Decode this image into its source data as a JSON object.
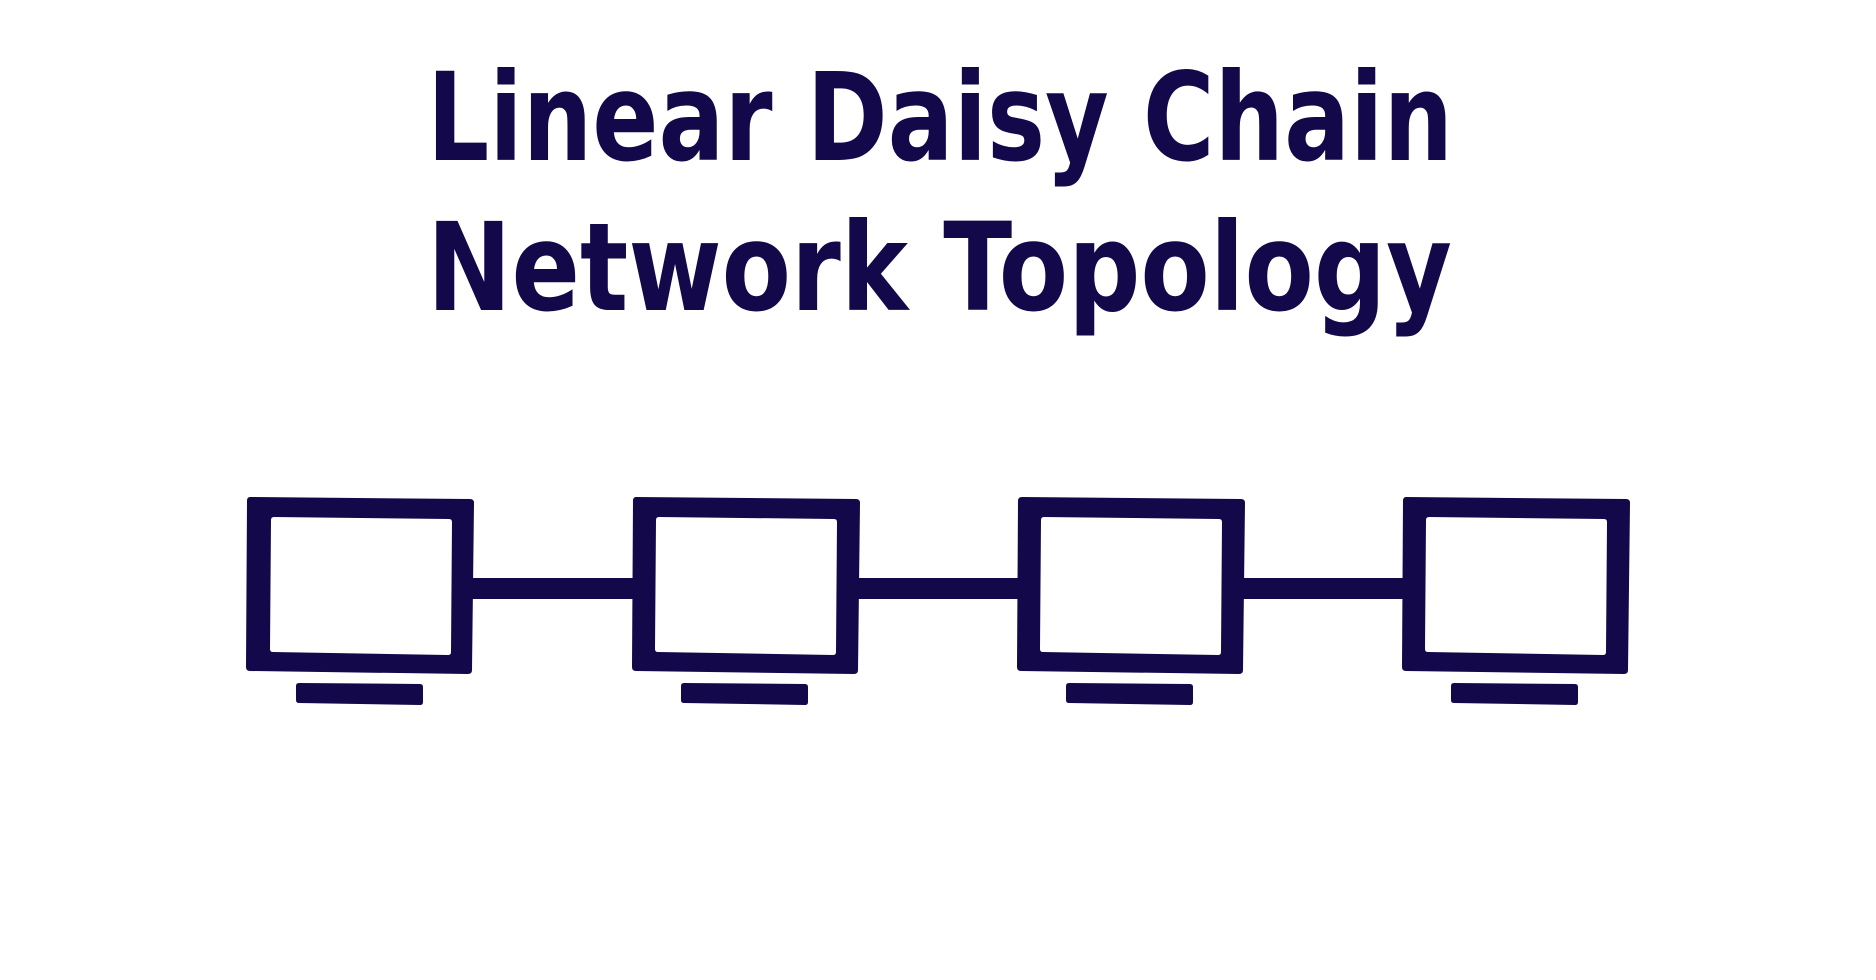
{
  "title": {
    "line1": "Linear Daisy Chain",
    "line2": "Network Topology"
  },
  "colors": {
    "ink": "#12084A",
    "background": "#FFFFFF"
  },
  "diagram": {
    "type": "linear-daisy-chain",
    "nodes": [
      {
        "id": "computer-1",
        "icon": "monitor-icon"
      },
      {
        "id": "computer-2",
        "icon": "monitor-icon"
      },
      {
        "id": "computer-3",
        "icon": "monitor-icon"
      },
      {
        "id": "computer-4",
        "icon": "monitor-icon"
      }
    ],
    "links": [
      {
        "from": "computer-1",
        "to": "computer-2"
      },
      {
        "from": "computer-2",
        "to": "computer-3"
      },
      {
        "from": "computer-3",
        "to": "computer-4"
      }
    ]
  }
}
